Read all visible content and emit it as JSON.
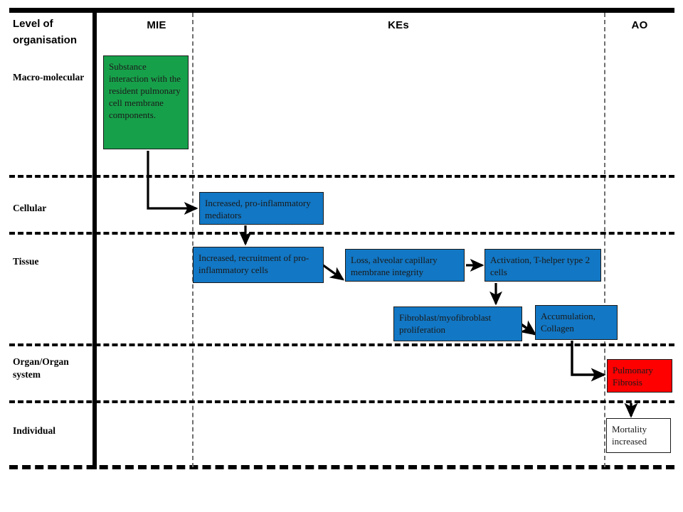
{
  "header": {
    "corner_title": "Level of organisation",
    "columns": [
      {
        "id": "mie",
        "label": "MIE"
      },
      {
        "id": "kes",
        "label": "KEs"
      },
      {
        "id": "ao",
        "label": "AO"
      }
    ]
  },
  "levels": [
    {
      "id": "macromolecular",
      "label": "Macro-molecular"
    },
    {
      "id": "cellular",
      "label": "Cellular"
    },
    {
      "id": "tissue",
      "label": "Tissue"
    },
    {
      "id": "organ",
      "label": "Organ/Organ system"
    },
    {
      "id": "individual",
      "label": "Individual"
    }
  ],
  "nodes": [
    {
      "id": "mie-substance-interaction",
      "text": "Substance interaction with the resident pulmonary cell membrane components.",
      "type": "mie",
      "color": "#17a04a"
    },
    {
      "id": "ke-pro-inflammatory-mediators",
      "text": "Increased, pro-inflammatory mediators",
      "type": "ke",
      "color": "#1277c4"
    },
    {
      "id": "ke-recruitment-inflammatory-cells",
      "text": "Increased, recruitment of pro-inflammatory cells",
      "type": "ke",
      "color": "#1277c4"
    },
    {
      "id": "ke-loss-membrane-integrity",
      "text": "Loss, alveolar capillary membrane integrity",
      "type": "ke",
      "color": "#1277c4"
    },
    {
      "id": "ke-activation-t-helper",
      "text": "Activation, T-helper type 2 cells",
      "type": "ke",
      "color": "#1277c4"
    },
    {
      "id": "ke-fibroblast-proliferation",
      "text": "Fibroblast/myofibroblast proliferation",
      "type": "ke",
      "color": "#1277c4"
    },
    {
      "id": "ke-accumulation-collagen",
      "text": "Accumulation, Collagen",
      "type": "ke",
      "color": "#1277c4"
    },
    {
      "id": "ao-pulmonary-fibrosis",
      "text": "Pulmonary Fibrosis",
      "type": "ao",
      "color": "#fe0000"
    },
    {
      "id": "outcome-mortality-increased",
      "text": "Mortality increased",
      "type": "plain",
      "color": "#ffffff"
    }
  ]
}
